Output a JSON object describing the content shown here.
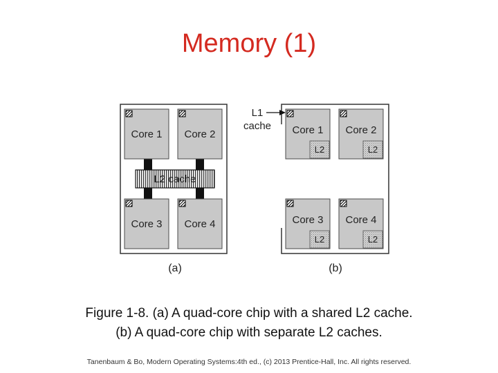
{
  "slide": {
    "title": "Memory (1)",
    "caption_line1": "Figure 1-8. (a) A quad-core chip with a shared L2 cache.",
    "caption_line2": "(b) A quad-core chip with separate L2 caches.",
    "footer": "Tanenbaum & Bo, Modern  Operating Systems:4th ed., (c) 2013 Prentice-Hall, Inc. All rights reserved."
  },
  "figure": {
    "panel_a": {
      "label": "(a)",
      "cores": [
        "Core 1",
        "Core 2",
        "Core 3",
        "Core 4"
      ],
      "shared_cache_label": "L2 cache"
    },
    "panel_b": {
      "label": "(b)",
      "cores": [
        "Core 1",
        "Core 2",
        "Core 3",
        "Core 4"
      ],
      "l2_labels": [
        "L2",
        "L2",
        "L2",
        "L2"
      ],
      "l1_annotation_line1": "L1",
      "l1_annotation_line2": "cache"
    }
  }
}
